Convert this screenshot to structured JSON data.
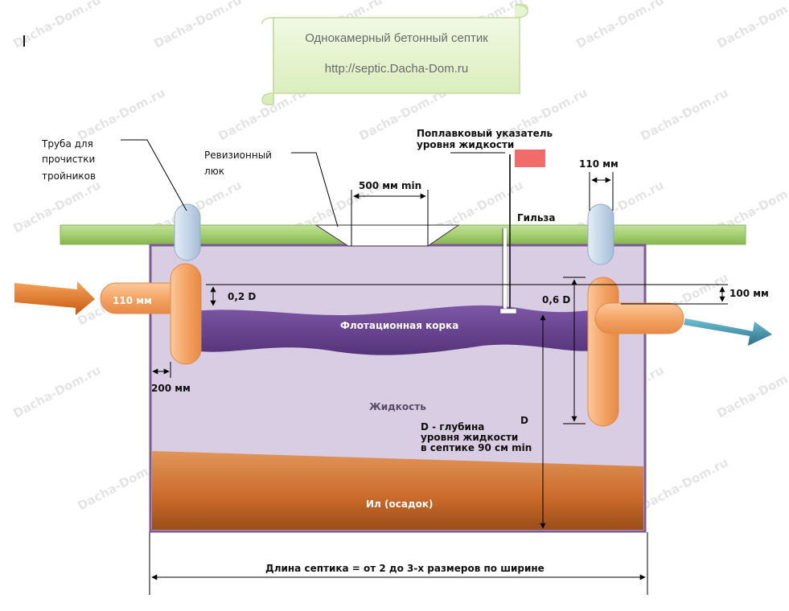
{
  "title": {
    "line1": "Однокамерный бетонный септик",
    "line2": "http://septic.Dacha-Dom.ru"
  },
  "watermark": "Dacha-Dom.ru",
  "labels": {
    "cleanout_pipe_1": "Труба для",
    "cleanout_pipe_2": "прочистки",
    "cleanout_pipe_3": "тройников",
    "hatch_1": "Ревизионный",
    "hatch_2": "люк",
    "hatch_width": "500 мм min",
    "float_1": "Поплавковый указатель",
    "float_2": "уровня жидкости",
    "sleeve": "Гильза",
    "pipe_out_diam": "110 мм",
    "pipe_in_diam": "110 мм",
    "inlet_depth": "0,2 D",
    "outlet_depth": "0,6 D",
    "outlet_offset": "100 мм",
    "tee_offset": "200 мм",
    "crust": "Флотационная корка",
    "liquid": "Жидкость",
    "depth_symbol": "D",
    "depth_1": "D - глубина",
    "depth_2": "уровня жидкости",
    "depth_3": "в септике 90 см min",
    "sludge": "Ил (осадок)",
    "length": "Длина септика = от 2 до 3-х размеров по ширине"
  },
  "colors": {
    "ground": "#a5cf72",
    "tank_outline": "#7b5a96",
    "liquid": "#d8cde2",
    "crust": "#6a4593",
    "sludge": "#c96a2a",
    "pipe": "#f4a566",
    "riser": "#c5d6e8",
    "flag": "#f26b6b",
    "inflow_arrow": "#e0741c",
    "outflow_arrow": "#3d8fa8"
  }
}
